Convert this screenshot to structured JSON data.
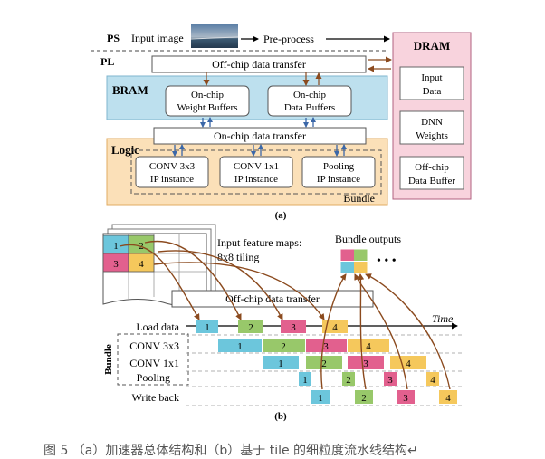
{
  "part_a": {
    "ps_label": "PS",
    "pl_label": "PL",
    "input_image_label": "Input image",
    "preprocess_label": "Pre-process",
    "offchip_top_label": "Off-chip data transfer",
    "bram_label": "BRAM",
    "weight_buffers_label": [
      "On-chip",
      "Weight Buffers"
    ],
    "data_buffers_label": [
      "On-chip",
      "Data Buffers"
    ],
    "onchip_transfer_label": "On-chip data transfer",
    "logic_label": "Logic",
    "conv3_label": [
      "CONV 3x3",
      "IP instance"
    ],
    "conv1_label": [
      "CONV 1x1",
      "IP instance"
    ],
    "pool_label": [
      "Pooling",
      "IP instance"
    ],
    "bundle_label": "Bundle",
    "dram_label": "DRAM",
    "dram_input_label": [
      "Input",
      "Data"
    ],
    "dram_weights_label": [
      "DNN",
      "Weights"
    ],
    "dram_buffer_label": [
      "Off-chip",
      "Data Buffer"
    ],
    "sublabel": "(a)"
  },
  "part_b": {
    "feature_maps_label": [
      "Input feature maps:",
      "8x8 tiling"
    ],
    "tiles": [
      "1",
      "2",
      "3",
      "4"
    ],
    "bundle_outputs_label": "Bundle outputs",
    "dots_label": "• • •",
    "offchip_label": "Off-chip data transfer",
    "time_label": "Time",
    "bundle_side_label": "Bundle",
    "rows": [
      {
        "label": "Load data",
        "blocks": [
          "1",
          "2",
          "3",
          "4"
        ]
      },
      {
        "label": "CONV 3x3",
        "blocks": [
          "1",
          "2",
          "3",
          "4"
        ]
      },
      {
        "label": "CONV 1x1",
        "blocks": [
          "1",
          "2",
          "3",
          "4"
        ]
      },
      {
        "label": "Pooling",
        "blocks": [
          "1",
          "2",
          "3",
          "4"
        ]
      },
      {
        "label": "Write back",
        "blocks": [
          "1",
          "2",
          "3",
          "4"
        ]
      }
    ],
    "sublabel": "(b)"
  },
  "caption": "图 5 （a）加速器总体结构和（b）基于 tile 的细粒度流水线结构↵",
  "colors": {
    "tile1": "#6cc6dc",
    "tile2": "#98c86a",
    "tile3": "#e2608e",
    "tile4": "#f5c85c",
    "bram_fill": "#bde0ee",
    "logic_fill": "#fbe0b8",
    "dram_fill": "#f8d3dd",
    "arrow_blue": "#3b67a8",
    "arrow_brown": "#8b4a1e"
  }
}
